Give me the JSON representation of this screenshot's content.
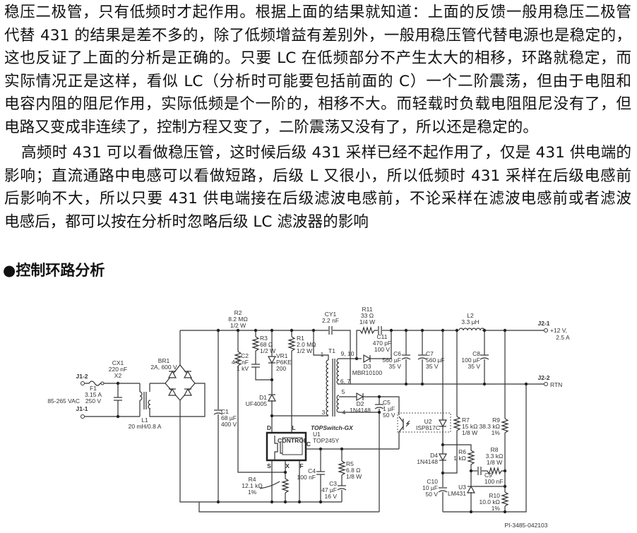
{
  "paragraph1": [
    "稳压二极管，只有低频时才起作用。根据上面的结果就知道：上面的反馈一般用稳压二极管",
    "代替 431 的结果是差不多的，除了低频增益有差别外，一般用稳压管代替电源也是稳定的，",
    "这也反证了上面的分析是正确的。只要 LC 在低频部分不产生太大的相移，环路就稳定，而",
    "实际情况正是这样，看似 LC（分析时可能要包括前面的 C）一个二阶震荡，但由于电阻和",
    "电容内阻的阻尼作用，实际低频是个一阶的，相移不大。而轻载时负载电阻阻尼没有了，但",
    "电路又变成非连续了，控制方程又变了，二阶震荡又没有了，所以还是稳定的。"
  ],
  "paragraph2": [
    "高频时 431 可以看做稳压管，这时候后级 431 采样已经不起作用了，仅是 431 供电端的",
    "影响；直流通路中电感可以看做短路，后级 L 又很小，所以低频时 431 采样在后级电感前",
    "后影响不大，所以只要 431 供电端接在后级滤波电感前，不论采样在滤波电感前或者滤波",
    "电感后，都可以按在分析时忽略后级 LC 滤波器的影响"
  ],
  "heading": "●控制环路分析",
  "schematic": {
    "labels": {
      "R2": [
        "R2",
        "8.2 MΩ",
        "1/2 W"
      ],
      "R3": [
        "R3",
        "68 Ω",
        "1/2 W"
      ],
      "R1": [
        "R1",
        "2.0 MΩ",
        "1/2 W"
      ],
      "C2": [
        "C2",
        "4.7 nF",
        "1 kV"
      ],
      "VR1": [
        "VR1",
        "P6KE",
        "200"
      ],
      "D1": [
        "D1",
        "UF4005"
      ],
      "CX1": [
        "CX1",
        "220 nF",
        "X2"
      ],
      "F1": [
        "F1",
        "3.15 A",
        "250 V"
      ],
      "L1": [
        "L1",
        "20 mH/0.8 A"
      ],
      "BR1": [
        "BR1",
        "2A, 600 V"
      ],
      "C1": [
        "C1",
        "68 µF",
        "400 V"
      ],
      "CY1": [
        "CY1",
        "2.2 nF"
      ],
      "R11": [
        "R11",
        "33 Ω",
        "1/4 W"
      ],
      "C11": [
        "C11",
        "470 pF",
        "100 V"
      ],
      "D3": [
        "D3",
        "MBR10100"
      ],
      "C6": [
        "C6",
        "560 µF",
        "35 V"
      ],
      "C7": [
        "C7",
        "560 µF",
        "35 V"
      ],
      "L2": [
        "L2",
        "3.3 µH"
      ],
      "C8": [
        "C8",
        "100 µF",
        "35 V"
      ],
      "D2": [
        "D2",
        "1N4148"
      ],
      "C5": [
        "C5",
        "1 µF",
        "50 V"
      ],
      "U2": [
        "U2",
        "ISP817C"
      ],
      "R7": [
        "R7",
        "15 kΩ",
        "1/8 W"
      ],
      "R9": [
        "R9",
        "38.3 kΩ",
        "1%"
      ],
      "R8": [
        "R8",
        "3.3 kΩ",
        "1/8 W"
      ],
      "R6": [
        "R6",
        "1 kΩ"
      ],
      "C9": [
        "C9",
        "100 nF"
      ],
      "D4": [
        "D4",
        "1N4148"
      ],
      "C10": [
        "C10",
        "10 µF",
        "50 V"
      ],
      "U3": [
        "U3",
        "LM431"
      ],
      "R10": [
        "R10",
        "10.0 kΩ",
        "1%"
      ],
      "U1": [
        "U1",
        "TOP245Y"
      ],
      "R4": [
        "R4",
        "12.1 kΩ",
        "1%"
      ],
      "C4": [
        "C4",
        "100 nF"
      ],
      "R5": [
        "R5",
        "6.8 Ω",
        "1/8 W"
      ],
      "C3": [
        "C3",
        "47 µF",
        "16 V"
      ],
      "T1": [
        "T1"
      ]
    },
    "chip_family": "TOPSwitch-GX",
    "control_block": "CONTROL",
    "pins": {
      "D": "D",
      "L": "L",
      "C": "C",
      "S": "S",
      "X": "X",
      "F": "F"
    },
    "winding_pins": {
      "p1": "1",
      "p910": "9, 10",
      "p67": "6, 7",
      "p5": "5",
      "p4": "4",
      "p3": "3"
    },
    "connectors": {
      "j1_2": "J1-2",
      "j1_1": "J1-1",
      "ac_input": "85-265 VAC",
      "j2_1": "J2-1",
      "out_v": "+12 V,",
      "out_a": "2.5 A",
      "j2_2": "J2-2",
      "rtn": "RTN"
    },
    "drawing_id": "PI-3485-042103"
  }
}
